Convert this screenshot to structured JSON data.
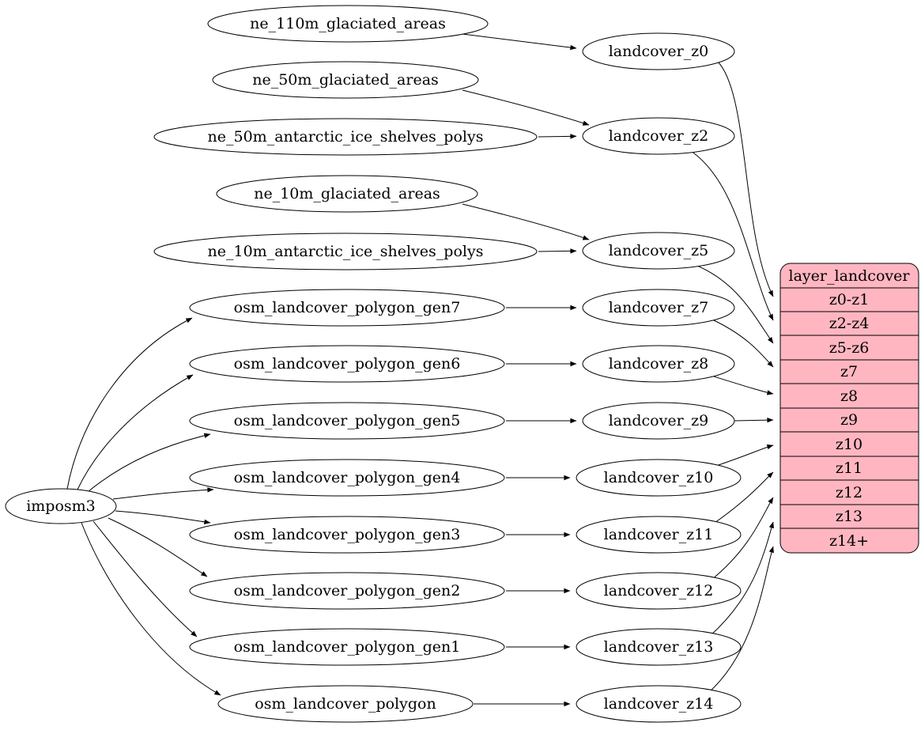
{
  "nodes": {
    "imposm3": {
      "label": "imposm3"
    },
    "ne_110m_glaciated_areas": {
      "label": "ne_110m_glaciated_areas"
    },
    "ne_50m_glaciated_areas": {
      "label": "ne_50m_glaciated_areas"
    },
    "ne_50m_antarctic_ice_shelves_polys": {
      "label": "ne_50m_antarctic_ice_shelves_polys"
    },
    "ne_10m_glaciated_areas": {
      "label": "ne_10m_glaciated_areas"
    },
    "ne_10m_antarctic_ice_shelves_polys": {
      "label": "ne_10m_antarctic_ice_shelves_polys"
    },
    "osm_landcover_polygon_gen7": {
      "label": "osm_landcover_polygon_gen7"
    },
    "osm_landcover_polygon_gen6": {
      "label": "osm_landcover_polygon_gen6"
    },
    "osm_landcover_polygon_gen5": {
      "label": "osm_landcover_polygon_gen5"
    },
    "osm_landcover_polygon_gen4": {
      "label": "osm_landcover_polygon_gen4"
    },
    "osm_landcover_polygon_gen3": {
      "label": "osm_landcover_polygon_gen3"
    },
    "osm_landcover_polygon_gen2": {
      "label": "osm_landcover_polygon_gen2"
    },
    "osm_landcover_polygon_gen1": {
      "label": "osm_landcover_polygon_gen1"
    },
    "osm_landcover_polygon": {
      "label": "osm_landcover_polygon"
    },
    "landcover_z0": {
      "label": "landcover_z0"
    },
    "landcover_z2": {
      "label": "landcover_z2"
    },
    "landcover_z5": {
      "label": "landcover_z5"
    },
    "landcover_z7": {
      "label": "landcover_z7"
    },
    "landcover_z8": {
      "label": "landcover_z8"
    },
    "landcover_z9": {
      "label": "landcover_z9"
    },
    "landcover_z10": {
      "label": "landcover_z10"
    },
    "landcover_z11": {
      "label": "landcover_z11"
    },
    "landcover_z12": {
      "label": "landcover_z12"
    },
    "landcover_z13": {
      "label": "landcover_z13"
    },
    "landcover_z14": {
      "label": "landcover_z14"
    }
  },
  "table": {
    "title": "layer_landcover",
    "rows": [
      "z0-z1",
      "z2-z4",
      "z5-z6",
      "z7",
      "z8",
      "z9",
      "z10",
      "z11",
      "z12",
      "z13",
      "z14+"
    ]
  },
  "edges": [
    "ne_110m_glaciated_areas -> landcover_z0",
    "ne_50m_glaciated_areas -> landcover_z2",
    "ne_50m_antarctic_ice_shelves_polys -> landcover_z2",
    "ne_10m_glaciated_areas -> landcover_z5",
    "ne_10m_antarctic_ice_shelves_polys -> landcover_z5",
    "imposm3 -> osm_landcover_polygon_gen7",
    "imposm3 -> osm_landcover_polygon_gen6",
    "imposm3 -> osm_landcover_polygon_gen5",
    "imposm3 -> osm_landcover_polygon_gen4",
    "imposm3 -> osm_landcover_polygon_gen3",
    "imposm3 -> osm_landcover_polygon_gen2",
    "imposm3 -> osm_landcover_polygon_gen1",
    "imposm3 -> osm_landcover_polygon",
    "osm_landcover_polygon_gen7 -> landcover_z7",
    "osm_landcover_polygon_gen6 -> landcover_z8",
    "osm_landcover_polygon_gen5 -> landcover_z9",
    "osm_landcover_polygon_gen4 -> landcover_z10",
    "osm_landcover_polygon_gen3 -> landcover_z11",
    "osm_landcover_polygon_gen2 -> landcover_z12",
    "osm_landcover_polygon_gen1 -> landcover_z13",
    "osm_landcover_polygon -> landcover_z14",
    "landcover_z0 -> layer_landcover:z0-z1",
    "landcover_z2 -> layer_landcover:z2-z4",
    "landcover_z5 -> layer_landcover:z5-z6",
    "landcover_z7 -> layer_landcover:z7",
    "landcover_z8 -> layer_landcover:z8",
    "landcover_z9 -> layer_landcover:z9",
    "landcover_z10 -> layer_landcover:z10",
    "landcover_z11 -> layer_landcover:z11",
    "landcover_z12 -> layer_landcover:z12",
    "landcover_z13 -> layer_landcover:z13",
    "landcover_z14 -> layer_landcover:z14+"
  ],
  "colors": {
    "table_fill": "#ffb6c1",
    "node_fill": "#ffffff",
    "stroke": "#000000"
  }
}
